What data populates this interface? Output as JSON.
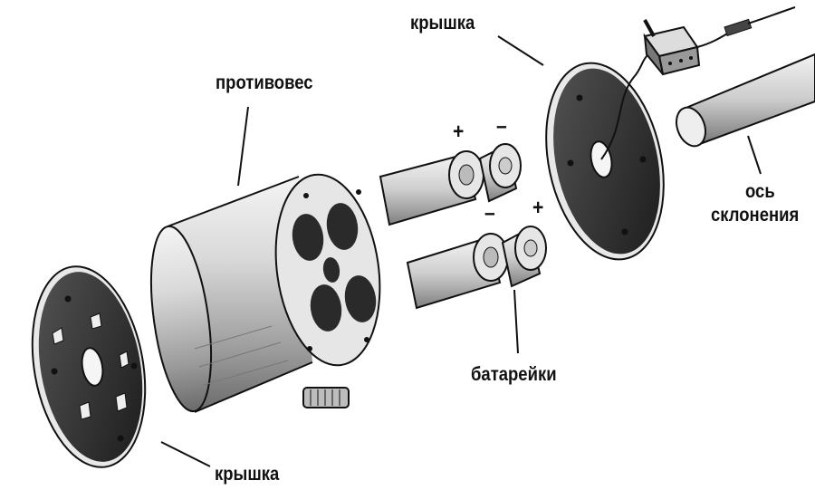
{
  "labels": {
    "counterweight": "противовес",
    "cover_top": "крышка",
    "cover_bottom": "крышка",
    "batteries": "батарейки",
    "axis_line1": "ось",
    "axis_line2": "склонения",
    "plus_top": "+",
    "minus_top": "–",
    "minus_bottom": "–",
    "plus_bottom": "+"
  },
  "colors": {
    "ink": "#111111",
    "metal_light": "#eeeeee",
    "metal_mid": "#bdbdbd",
    "metal_dark": "#555555",
    "plate": "#2b2b2b"
  }
}
